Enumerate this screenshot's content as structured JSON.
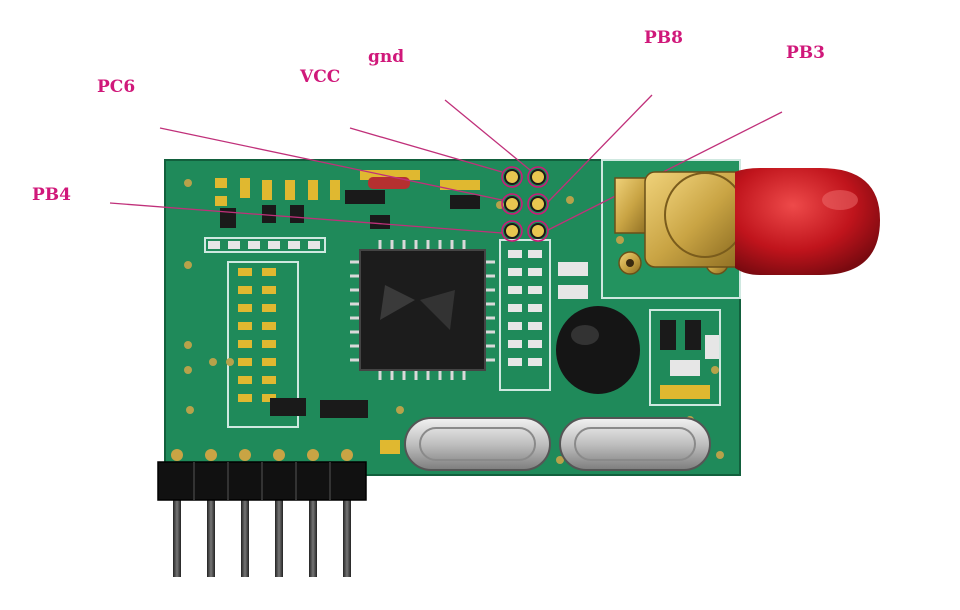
{
  "pin_labels": {
    "pc6": "PC6",
    "vcc": "VCC",
    "gnd": "gnd",
    "pb8": "PB8",
    "pb3": "PB3",
    "pb4": "PB4"
  },
  "colors": {
    "label": "#d0187a",
    "leader_line": "#c0307a",
    "pcb": "#1f8a5a",
    "silkscreen": "#cfe8e0",
    "antenna_cap": "#c0141c",
    "sma_brass": "#c9a444",
    "header_plastic": "#111111",
    "header_pin": "#3a3a3a"
  },
  "icons": {
    "antenna": "sma-antenna-icon",
    "chip": "qfp-ic-icon",
    "header": "pin-header-icon"
  }
}
